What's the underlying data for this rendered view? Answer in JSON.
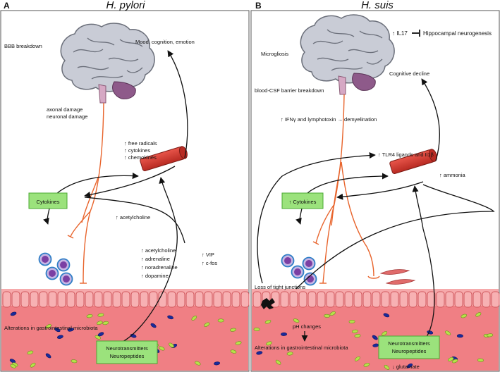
{
  "panels": {
    "a": {
      "letter": "A",
      "title": "H. pylori",
      "bbb": "BBB breakdown",
      "mood": "Mood, cognition, emotion",
      "axonal": "axonal damage",
      "neuronal": "neuronal damage",
      "free_radicals": "↑ free radicals",
      "cytokines_up": "↑ cytokines",
      "chemokines": "↑ chemokines",
      "cytokines_box": "Cytokines",
      "acetylcholine": "↑ acetylcholine",
      "nt_list": [
        "↑ acetylcholine",
        "↑ adrenaline",
        "↑ noradrenaline",
        "↑ dopamine"
      ],
      "vip": "↑ VIP",
      "cfos": "↑ c-fos",
      "microbiota": "Alterations in gastrointestinal microbiota",
      "neuro_box": [
        "Neurotransmitters",
        "Neuropeptides"
      ]
    },
    "b": {
      "letter": "B",
      "title": "H. suis",
      "il17": "↑ IL17",
      "hippo": "Hippocampal neurogenesis",
      "microgliosis": "Microgliosis",
      "cognitive": "Cognitive decline",
      "csf": "blood-CSF barrier breakdown",
      "ifn": "↑ IFNγ and lymphotoxin → demyelination",
      "tlr4": "↑ TLR4 ligands and Il1β",
      "ammonia": "↑ ammonia",
      "cytokines_box": "↑ Cytokines",
      "tight": "Loss of tight junctions",
      "ph": "pH changes",
      "microbiota": "Alterations in gastrointestinal microbiota",
      "neuro_box": [
        "Neurotransmitters",
        "Neuropeptides"
      ],
      "glutamate": "↓ glutamate"
    }
  },
  "colors": {
    "gut_pink": "#f07f84",
    "gut_pink_light": "#f6a9ab",
    "vessel_red": "#d8352b",
    "nerve_orange": "#e8642c",
    "green_box": "#9be27c",
    "green_box_border": "#4aa832",
    "immune_cell": "#7b3fa3",
    "brain_grey": "#c8ccd6",
    "cerebellum": "#8e5a8a"
  }
}
